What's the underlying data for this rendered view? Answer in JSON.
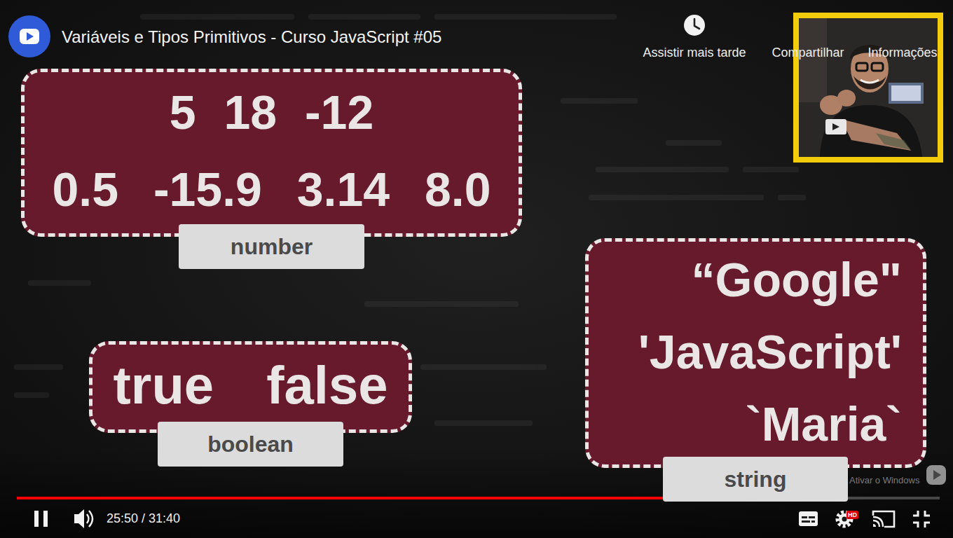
{
  "diagram": {
    "title": "Variáveis e Tipos Primitivos - Curso JavaScript #05",
    "nodes": [
      {
        "text": [
          "5 18 -12",
          "0.5 -15.9 3.14 8.0",
          "number"
        ]
      },
      {
        "text": [
          "“Google\"",
          "'JavaScript'",
          "`Maria`",
          "string"
        ]
      },
      {
        "text": [
          "true false",
          "boolean"
        ]
      }
    ],
    "labels": [
      "Assistir mais tarde",
      "Compartilhar",
      "Informações",
      "25:50 / 31:40",
      "HD",
      "Ativar o Windows"
    ]
  }
}
